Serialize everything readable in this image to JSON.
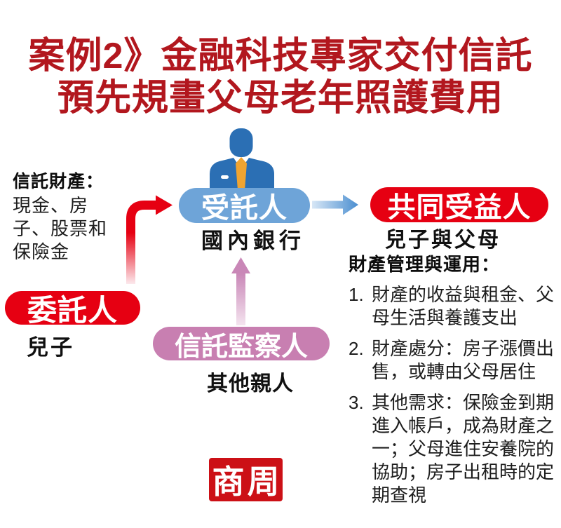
{
  "title": {
    "line1": "案例2》金融科技專家交付信託",
    "line2": "預先規畫父母老年照護費用"
  },
  "nodes": {
    "trustee": {
      "label": "受託人",
      "sublabel": "國內銀行"
    },
    "beneficiary": {
      "label": "共同受益人",
      "sublabel": "兒子與父母"
    },
    "settlor": {
      "label": "委託人",
      "sublabel": "兒子"
    },
    "supervisor": {
      "label": "信託監察人",
      "sublabel": "其他親人"
    }
  },
  "trust_property": {
    "heading": "信託財產：",
    "body": "現金、房\n子、股票和\n保險金"
  },
  "management": {
    "heading": "財產管理與運用：",
    "items": [
      {
        "num": "1.",
        "text": "財產的收益與租金、父\n母生活與養護支出"
      },
      {
        "num": "2.",
        "text": "財產處分：房子漲價出\n售，或轉由父母居住"
      },
      {
        "num": "3.",
        "text": "其他需求：保險金到期\n進入帳戶，成為財產之\n一；父母進住安養院的\n協助；房子出租時的定\n期查視"
      }
    ]
  },
  "logo": {
    "text": "商周"
  },
  "icons": {
    "person": "businessman-icon",
    "arrows": [
      "settlor-to-trustee-arrow",
      "trustee-to-beneficiary-arrow",
      "supervisor-to-trustee-arrow"
    ]
  },
  "colors": {
    "title_red": "#b2171e",
    "pill_red": "#e60012",
    "pill_blue": "#6ea4d8",
    "pill_pink": "#c87fb1",
    "person_blue": "#2b6fb4",
    "tie_orange": "#f0a431",
    "logo_red": "#cc1016",
    "text_black": "#1d1d1d"
  }
}
